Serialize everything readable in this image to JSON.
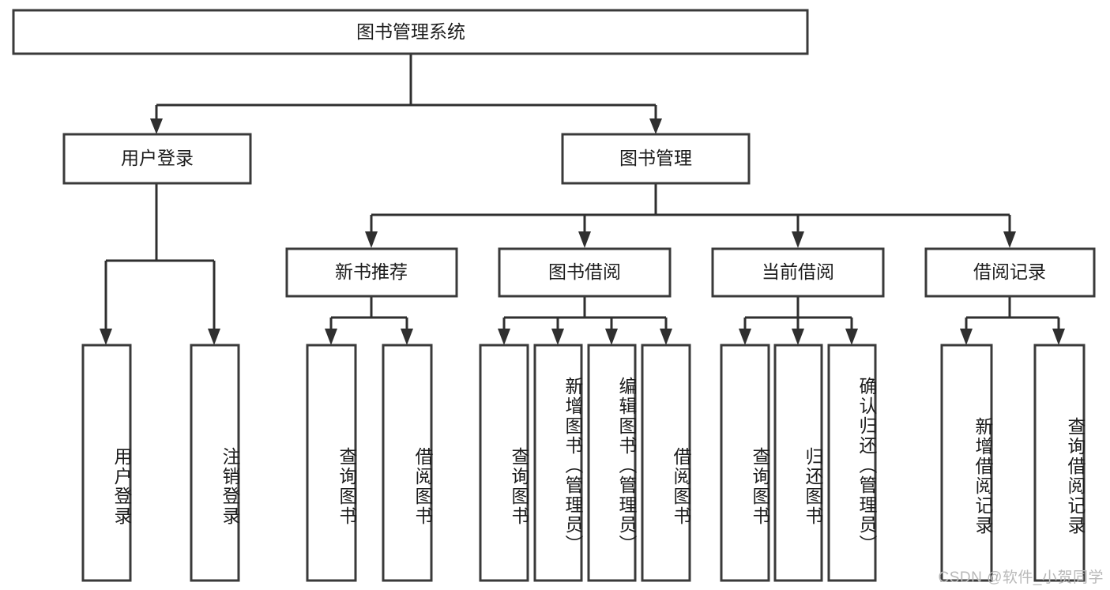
{
  "diagram": {
    "type": "tree-hierarchy",
    "title": "图书管理系统",
    "watermark": "CSDN @软件_小贺同学",
    "colors": {
      "box_stroke": "#3a3a3a",
      "connector": "#2f2f2f",
      "background": "#ffffff",
      "text": "#1c1c1c",
      "watermark": "#b9b9b9"
    },
    "levels": {
      "root": {
        "label": "图书管理系统"
      },
      "level2": [
        {
          "id": "user-login",
          "label": "用户登录"
        },
        {
          "id": "book-management",
          "label": "图书管理"
        }
      ],
      "level3": [
        {
          "id": "new-book-recommend",
          "label": "新书推荐",
          "parent": "book-management"
        },
        {
          "id": "book-borrow",
          "label": "图书借阅",
          "parent": "book-management"
        },
        {
          "id": "current-borrow",
          "label": "当前借阅",
          "parent": "book-management"
        },
        {
          "id": "borrow-record",
          "label": "借阅记录",
          "parent": "book-management"
        }
      ],
      "leaves": [
        {
          "id": "leaf-user-login",
          "label": "用户登录",
          "parent": "user-login"
        },
        {
          "id": "leaf-logout-login",
          "label": "注销登录",
          "parent": "user-login"
        },
        {
          "id": "leaf-query-book-1",
          "label": "查询图书",
          "parent": "new-book-recommend"
        },
        {
          "id": "leaf-borrow-book-1",
          "label": "借阅图书",
          "parent": "new-book-recommend"
        },
        {
          "id": "leaf-query-book-2",
          "label": "查询图书",
          "parent": "book-borrow"
        },
        {
          "id": "leaf-add-book",
          "label": "新增图书（管理员）",
          "parent": "book-borrow"
        },
        {
          "id": "leaf-edit-book",
          "label": "编辑图书（管理员）",
          "parent": "book-borrow"
        },
        {
          "id": "leaf-borrow-book-2",
          "label": "借阅图书",
          "parent": "book-borrow"
        },
        {
          "id": "leaf-query-book-3",
          "label": "查询图书",
          "parent": "current-borrow"
        },
        {
          "id": "leaf-return-book",
          "label": "归还图书",
          "parent": "current-borrow"
        },
        {
          "id": "leaf-confirm-return",
          "label": "确认归还（管理员）",
          "parent": "current-borrow"
        },
        {
          "id": "leaf-add-record",
          "label": "新增借阅记录",
          "parent": "borrow-record"
        },
        {
          "id": "leaf-query-record",
          "label": "查询借阅记录",
          "parent": "borrow-record"
        }
      ]
    }
  }
}
